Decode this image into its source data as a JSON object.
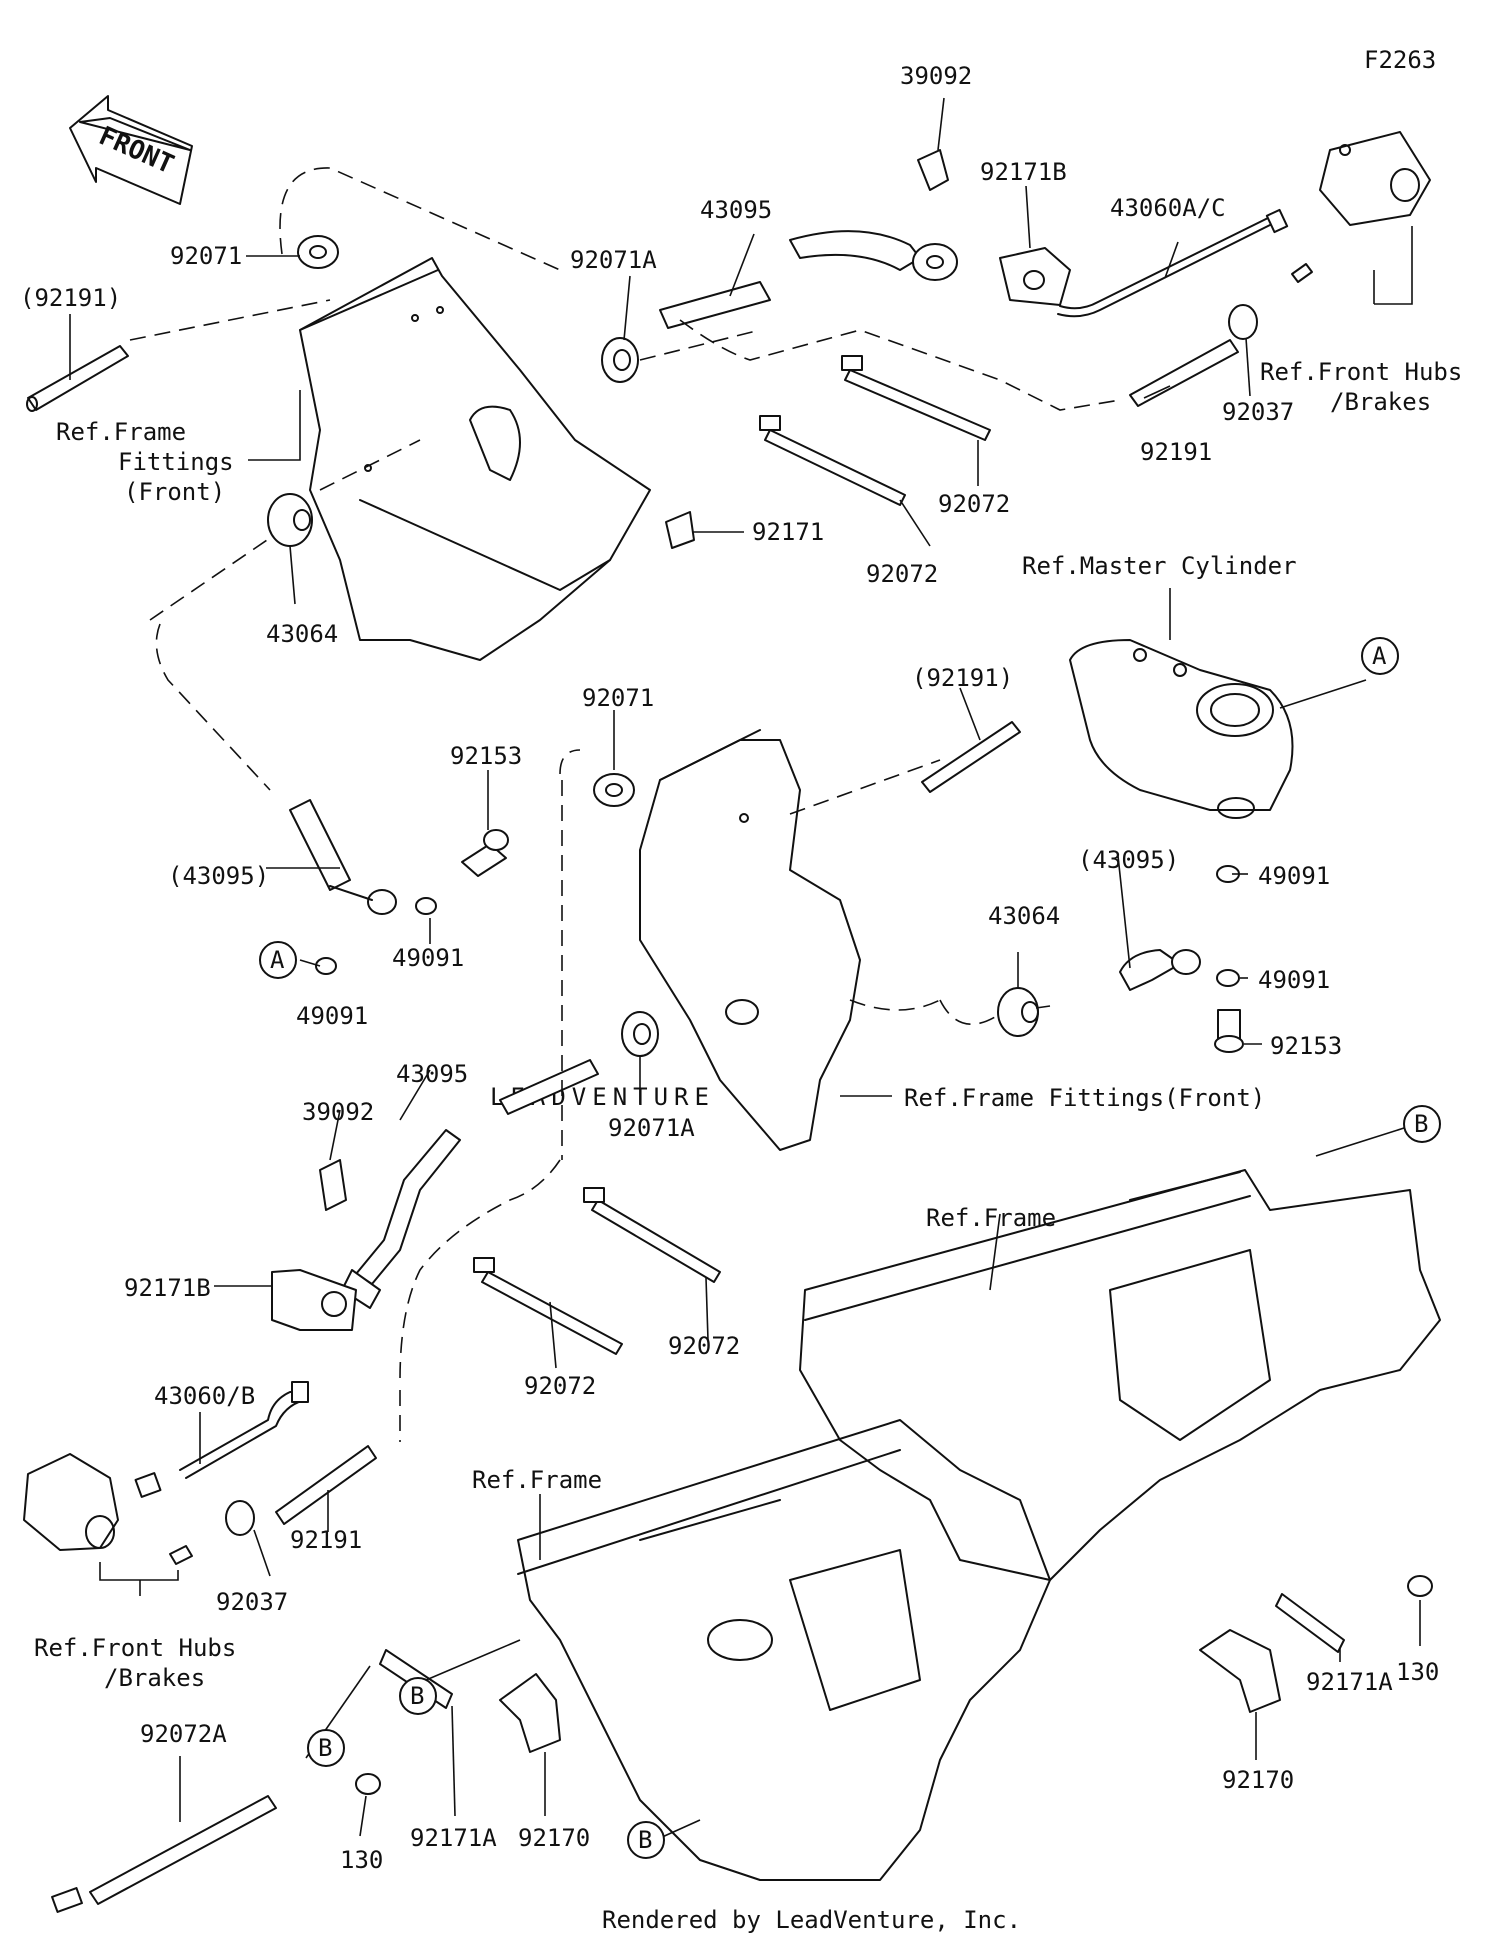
{
  "diagram_code": "F2263",
  "watermark": "LEADVENTURE",
  "footer": "Rendered by LeadVenture, Inc.",
  "front_arrow_label": "FRONT",
  "callouts": [
    {
      "id": "c1",
      "text": "39092"
    },
    {
      "id": "c2",
      "text": "92171B"
    },
    {
      "id": "c3",
      "text": "43095"
    },
    {
      "id": "c4",
      "text": "43060A/C"
    },
    {
      "id": "c5",
      "text": "92071"
    },
    {
      "id": "c6",
      "text": "92071A"
    },
    {
      "id": "c7",
      "text": "(92191)"
    },
    {
      "id": "c8",
      "text": "Ref.Front Hubs"
    },
    {
      "id": "c9",
      "text": "/Brakes"
    },
    {
      "id": "c10",
      "text": "92037"
    },
    {
      "id": "c11",
      "text": "92191"
    },
    {
      "id": "c12",
      "text": "Ref.Frame"
    },
    {
      "id": "c13",
      "text": "Fittings"
    },
    {
      "id": "c14",
      "text": "(Front)"
    },
    {
      "id": "c15",
      "text": "92072"
    },
    {
      "id": "c16",
      "text": "92171"
    },
    {
      "id": "c17",
      "text": "92072"
    },
    {
      "id": "c18",
      "text": "43064"
    },
    {
      "id": "c19",
      "text": "Ref.Master Cylinder"
    },
    {
      "id": "c20",
      "text": "92071"
    },
    {
      "id": "c21",
      "text": "(92191)"
    },
    {
      "id": "c22",
      "text": "92153"
    },
    {
      "id": "c23",
      "text": "(43095)"
    },
    {
      "id": "c24",
      "text": "(43095)"
    },
    {
      "id": "c25",
      "text": "49091"
    },
    {
      "id": "c26",
      "text": "43064"
    },
    {
      "id": "c27",
      "text": "49091"
    },
    {
      "id": "c28",
      "text": "49091"
    },
    {
      "id": "c29",
      "text": "49091"
    },
    {
      "id": "c30",
      "text": "92153"
    },
    {
      "id": "c31",
      "text": "43095"
    },
    {
      "id": "c32",
      "text": "39092"
    },
    {
      "id": "c33",
      "text": "92071A"
    },
    {
      "id": "c34",
      "text": "Ref.Frame Fittings(Front)"
    },
    {
      "id": "c35",
      "text": "Ref.Frame"
    },
    {
      "id": "c36",
      "text": "92171B"
    },
    {
      "id": "c37",
      "text": "92072"
    },
    {
      "id": "c38",
      "text": "92072"
    },
    {
      "id": "c39",
      "text": "43060/B"
    },
    {
      "id": "c40",
      "text": "92191"
    },
    {
      "id": "c41",
      "text": "92037"
    },
    {
      "id": "c42",
      "text": "Ref.Frame"
    },
    {
      "id": "c43",
      "text": "Ref.Front Hubs"
    },
    {
      "id": "c44",
      "text": "/Brakes"
    },
    {
      "id": "c45",
      "text": "130"
    },
    {
      "id": "c46",
      "text": "92171A"
    },
    {
      "id": "c47",
      "text": "92072A"
    },
    {
      "id": "c48",
      "text": "92171A"
    },
    {
      "id": "c49",
      "text": "92170"
    },
    {
      "id": "c50",
      "text": "92170"
    },
    {
      "id": "c51",
      "text": "130"
    }
  ],
  "ref_circles": [
    {
      "id": "r1",
      "text": "A"
    },
    {
      "id": "r2",
      "text": "A"
    },
    {
      "id": "r3",
      "text": "B"
    },
    {
      "id": "r4",
      "text": "B"
    },
    {
      "id": "r5",
      "text": "B"
    },
    {
      "id": "r6",
      "text": "B"
    }
  ]
}
